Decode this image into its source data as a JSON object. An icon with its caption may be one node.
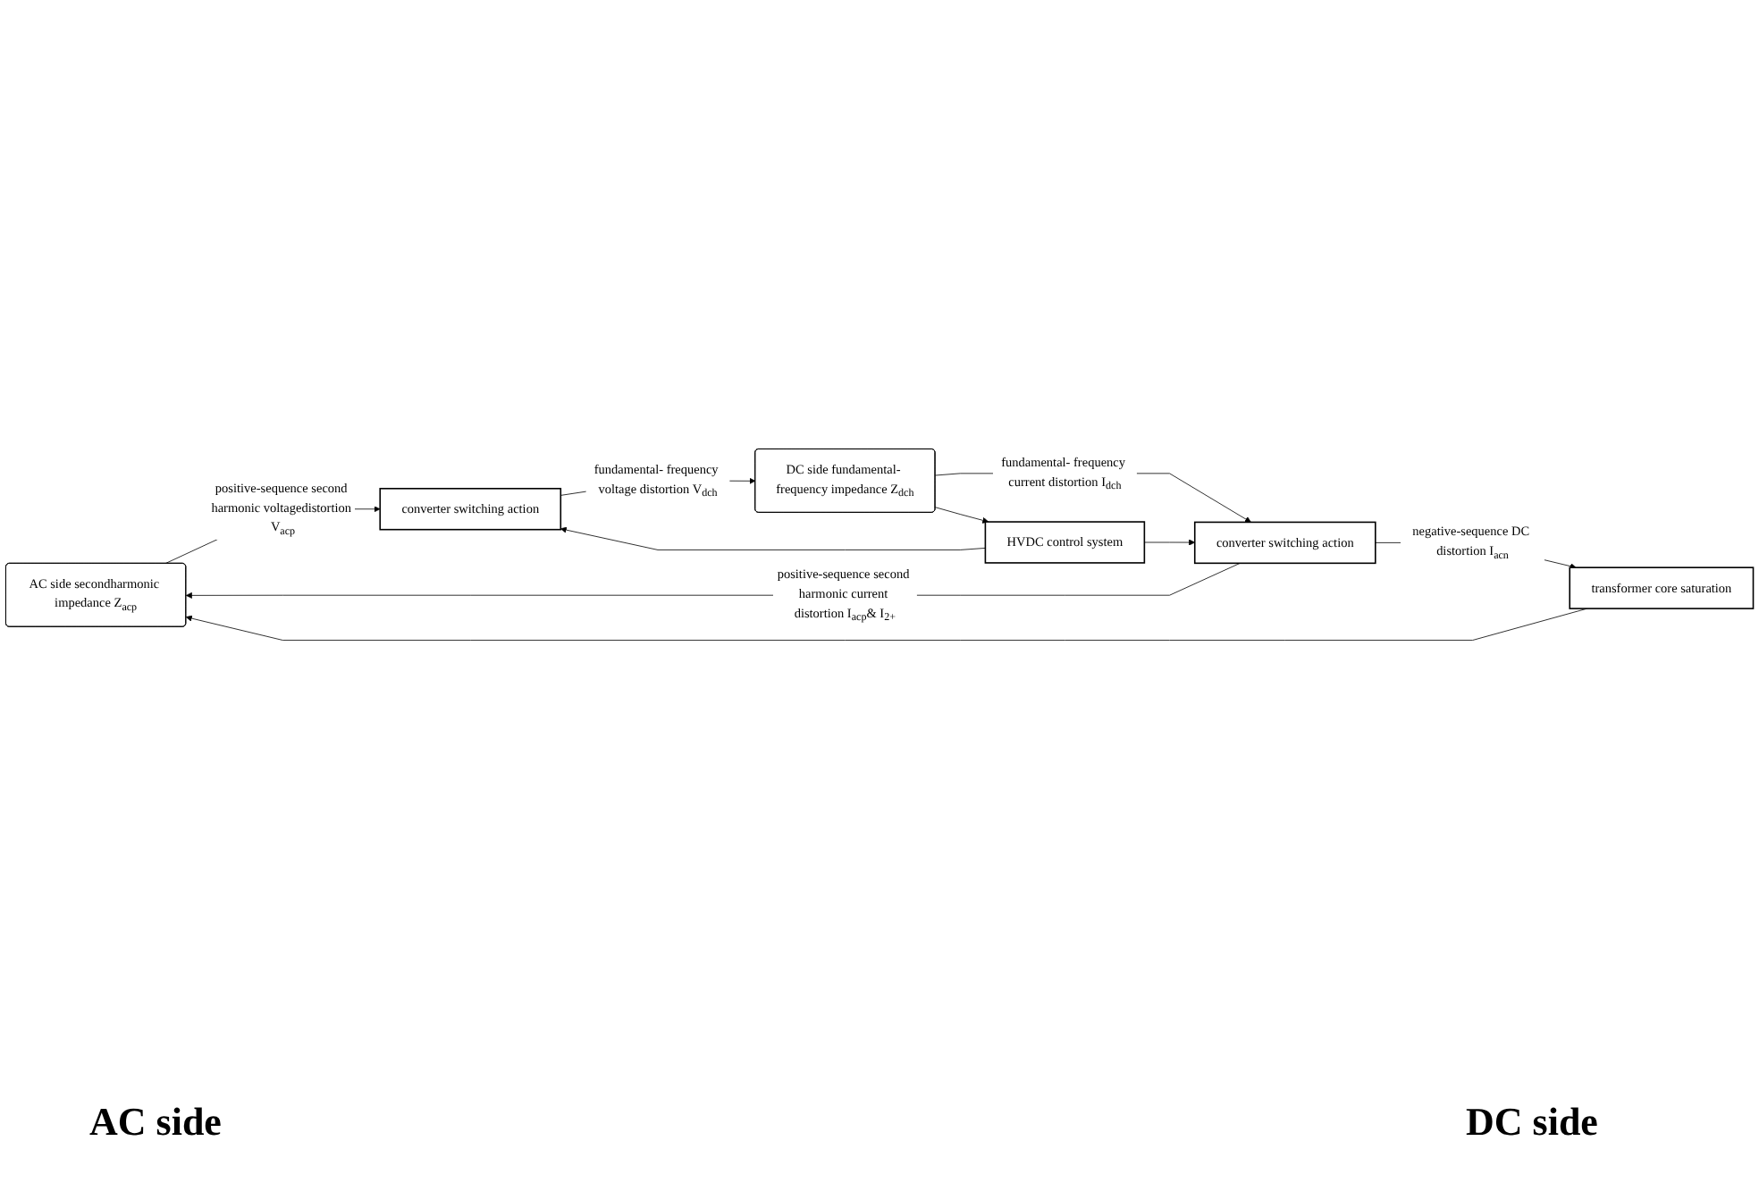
{
  "diagram": {
    "nodes": [
      {
        "text": [
          "AC side secondharmonic impedance Z$_{acp}$"
        ]
      },
      {
        "text": [
          "converter switching action"
        ]
      },
      {
        "text": [
          "HVDC control system"
        ]
      },
      {
        "text": [
          "DC side fundamental- frequency impedance Z$_{dch}$"
        ]
      },
      {
        "text": [
          "converter switching action"
        ]
      },
      {
        "text": [
          "transformer core saturation"
        ]
      }
    ],
    "edges": [
      {
        "from": 0,
        "to": 1,
        "arrow": "to",
        "label": "positive-sequence second harmonic voltagedistortion V$_{acp}$"
      },
      {
        "from": 1,
        "to": 3,
        "arrow": "to",
        "label": "fundamental- frequency voltage distortion V$_{dch}$"
      },
      {
        "from": 2,
        "to": 1,
        "arrow": "to"
      },
      {
        "from": 2,
        "to": 4,
        "arrow": "to"
      },
      {
        "from": 3,
        "to": 4,
        "arrow": "to",
        "label": "fundamental- frequency current distortion I$_{dch}$"
      },
      {
        "from": 3,
        "to": 2,
        "arrow": "to"
      },
      {
        "from": 4,
        "to": 0,
        "arrow": "to",
        "label": "positive-sequence second harmonic current distortion I$_{acp}$& I$_{2+}$"
      },
      {
        "from": 4,
        "to": 5,
        "arrow": "to",
        "label": "negative-sequence DC distortion I$_{acn}$"
      },
      {
        "from": 5,
        "to": 0,
        "arrow": "to"
      }
    ],
    "labels": [
      "AC side",
      "DC side"
    ]
  }
}
